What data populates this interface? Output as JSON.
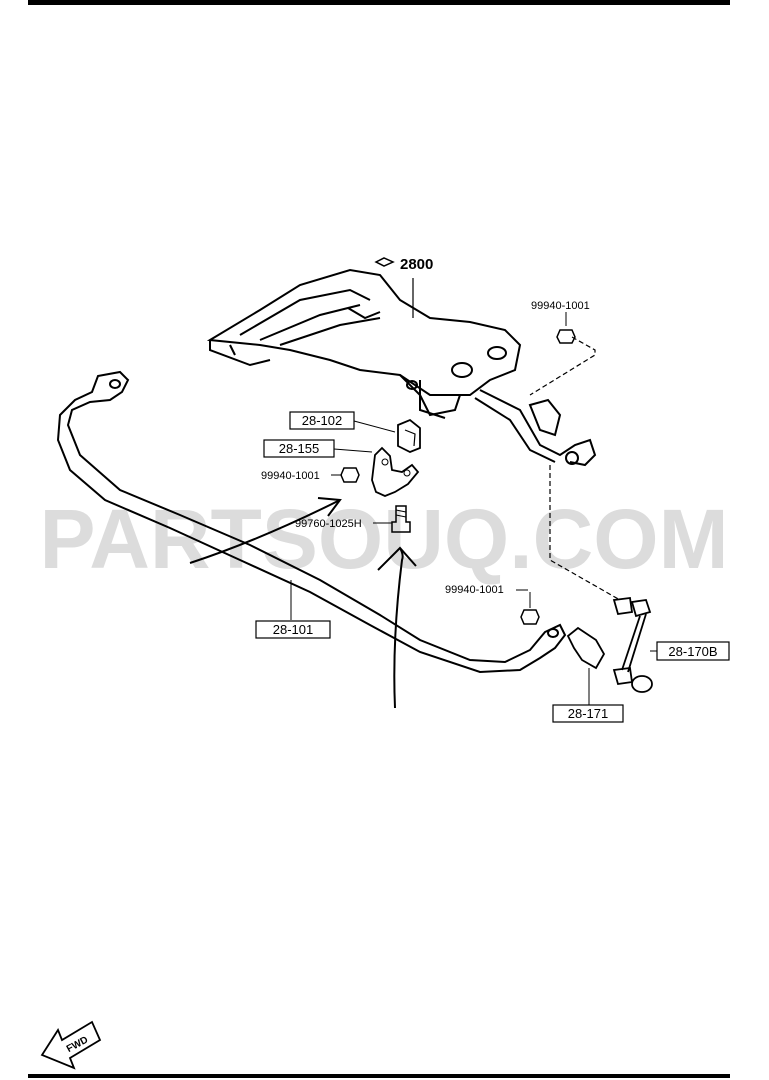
{
  "diagram": {
    "ref_assembly": "2800",
    "watermark": "PARTSOUQ.COM",
    "fwd_label": "FWD",
    "parts": {
      "nut_top": "99940-1001",
      "bushing": "28-102",
      "bracket": "28-155",
      "nut_left": "99940-1001",
      "bolt": "99760-1025H",
      "stabilizer_bar": "28-101",
      "nut_lower": "99940-1001",
      "link": "28-170B",
      "cover": "28-171"
    }
  }
}
